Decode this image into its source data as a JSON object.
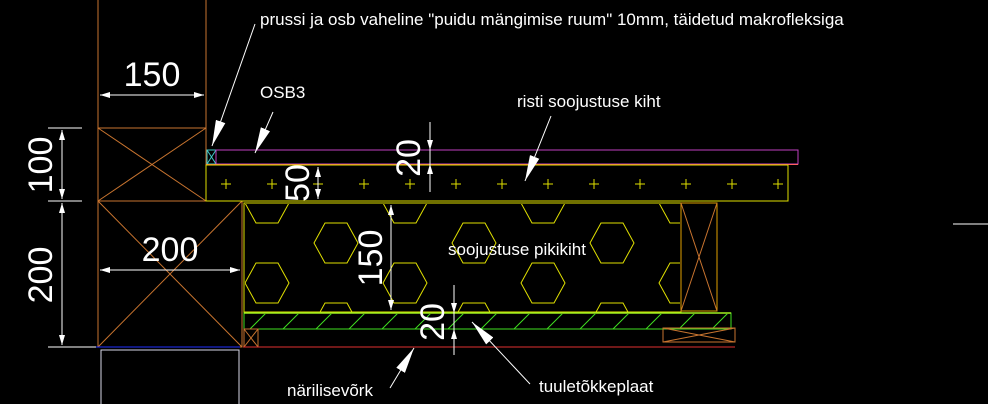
{
  "colors": {
    "background": "#000000",
    "timber": "#c8742f",
    "osb": "#c040c0",
    "membrane": "#ff5a5a",
    "insulation": "#e0e000",
    "windboard": "#40e020",
    "gap_fill": "#40c8c8",
    "dimension": "#ffffff",
    "ground": "#2030ff"
  },
  "labels": {
    "gap": "prussi ja osb vaheline \"puidu mängimise ruum\" 10mm, täidetud makrofleksiga",
    "osb": "OSB3",
    "cross_insulation": "risti soojustuse kiht",
    "long_insulation": "soojustuse pikikiht",
    "rodent_mesh": "närilisevõrk",
    "wind_board": "tuuletõkkeplaat"
  },
  "dimensions": {
    "post_width": "150",
    "beam_width": "200",
    "upper_height": "100",
    "lower_height": "200",
    "cross_layer": "50",
    "osb_thickness": "20",
    "long_layer": "150",
    "wind_board_thickness": "20"
  }
}
